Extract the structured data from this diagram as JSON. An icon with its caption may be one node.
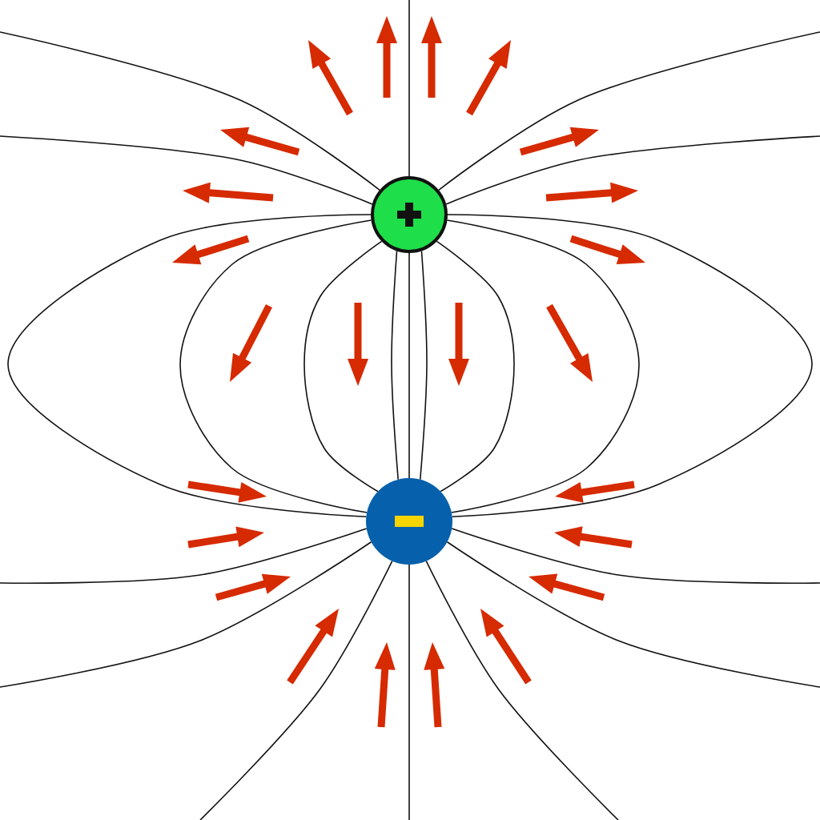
{
  "diagram": {
    "nodes": [
      {
        "text": [],
        "shape": "circle"
      },
      {
        "text": [],
        "shape": "circle"
      }
    ],
    "edges": [
      {
        "from": 0,
        "to": 1,
        "arrow": "none"
      },
      {
        "from": 0,
        "to": 1,
        "arrow": "none"
      },
      {
        "from": 0,
        "to": 1,
        "arrow": "none"
      },
      {
        "from": 0,
        "to": 1,
        "arrow": "none"
      },
      {
        "from": 0,
        "to": 1,
        "arrow": "none"
      },
      {
        "from": 0,
        "to": 1,
        "arrow": "none"
      },
      {
        "from": 0,
        "to": 1,
        "arrow": "none"
      },
      {
        "from": 0,
        "to": 1,
        "arrow": "none"
      },
      {
        "from": 0,
        "to": 1,
        "arrow": "none"
      },
      {
        "from": 0,
        "to": null,
        "arrow": "none"
      },
      {
        "from": 0,
        "to": null,
        "arrow": "none"
      },
      {
        "from": 0,
        "to": null,
        "arrow": "none"
      },
      {
        "from": 0,
        "to": null,
        "arrow": "none"
      },
      {
        "from": 0,
        "to": null,
        "arrow": "none"
      },
      {
        "from": null,
        "to": 1,
        "arrow": "none"
      },
      {
        "from": null,
        "to": 1,
        "arrow": "none"
      },
      {
        "from": null,
        "to": 1,
        "arrow": "none"
      },
      {
        "from": null,
        "to": 1,
        "arrow": "none"
      },
      {
        "from": null,
        "to": 1,
        "arrow": "none"
      },
      {
        "from": null,
        "to": 1,
        "arrow": "none"
      },
      {
        "from": null,
        "to": 1,
        "arrow": "none"
      }
    ]
  }
}
